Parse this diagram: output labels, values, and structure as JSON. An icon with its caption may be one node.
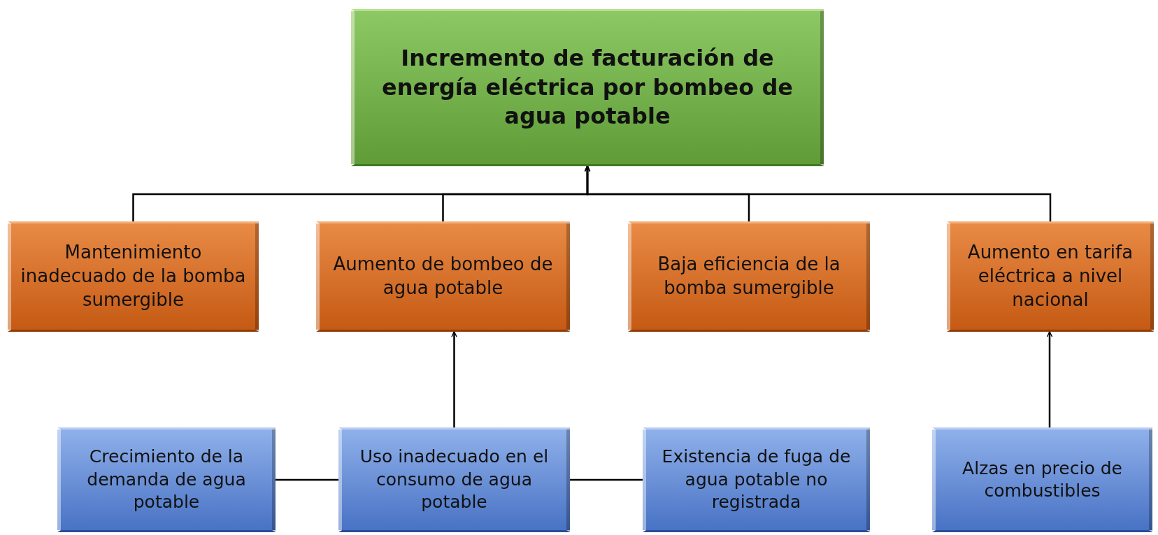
{
  "diagram": {
    "nodes": [
      {
        "text": [
          "Incremento de facturación de energía eléctrica por bombeo de agua potable"
        ]
      },
      {
        "text": [
          "Mantenimiento inadecuado de la bomba sumergible"
        ]
      },
      {
        "text": [
          "Aumento de bombeo de agua potable"
        ]
      },
      {
        "text": [
          "Baja eficiencia de la bomba sumergible"
        ]
      },
      {
        "text": [
          "Aumento en tarifa eléctrica a nivel nacional"
        ]
      },
      {
        "text": [
          "Crecimiento de la demanda de agua potable"
        ]
      },
      {
        "text": [
          "Uso inadecuado en el consumo de agua potable"
        ]
      },
      {
        "text": [
          "Existencia de fuga de agua potable no registrada"
        ]
      },
      {
        "text": [
          "Alzas en precio de combustibles"
        ]
      }
    ],
    "edges": [
      {
        "from": 1,
        "to": 0,
        "arrow": "to"
      },
      {
        "from": 2,
        "to": 0,
        "arrow": "to"
      },
      {
        "from": 3,
        "to": 0,
        "arrow": "to"
      },
      {
        "from": 4,
        "to": 0,
        "arrow": "to"
      },
      {
        "from": 6,
        "to": 2,
        "arrow": "to"
      },
      {
        "from": 5,
        "to": 6,
        "arrow": "none"
      },
      {
        "from": 6,
        "to": 7,
        "arrow": "none"
      },
      {
        "from": 8,
        "to": 4,
        "arrow": "to"
      }
    ]
  }
}
